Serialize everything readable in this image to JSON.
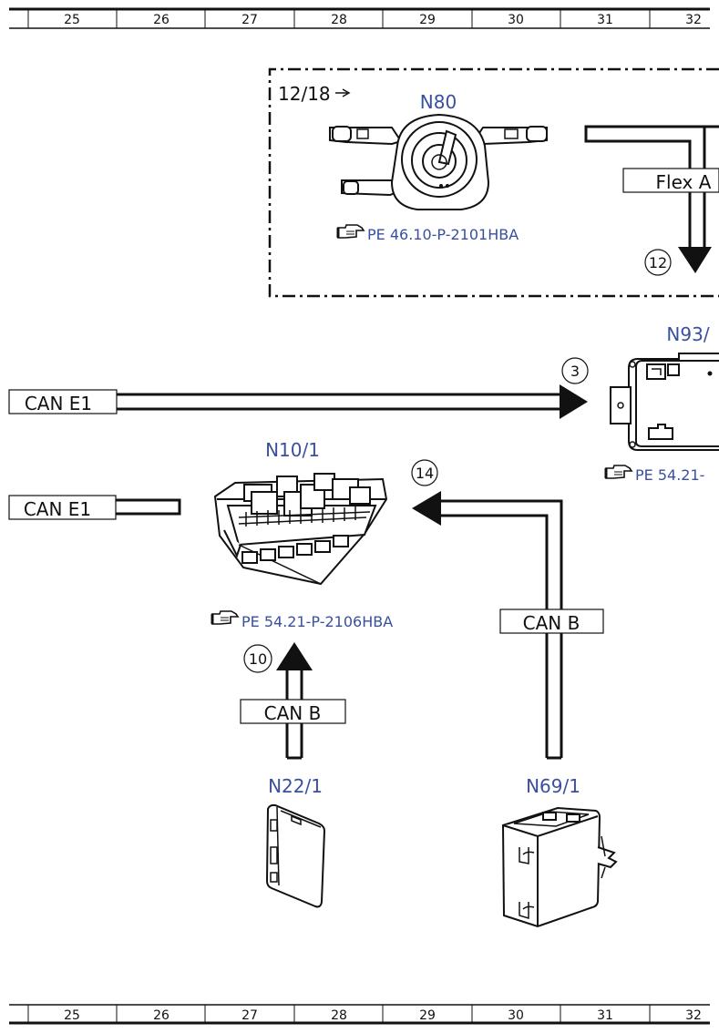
{
  "ruler": {
    "columns": [
      "25",
      "26",
      "27",
      "28",
      "29",
      "30",
      "31",
      "32"
    ]
  },
  "frame": {
    "page_ref": "12/18"
  },
  "components": {
    "n80": {
      "label": "N80",
      "reference": "PE 46.10-P-2101HBA"
    },
    "n93": {
      "label": "N93/",
      "reference": "PE 54.21-"
    },
    "n10_1": {
      "label": "N10/1",
      "reference": "PE 54.21-P-2106HBA"
    },
    "n22_1": {
      "label": "N22/1"
    },
    "n69_1": {
      "label": "N69/1"
    }
  },
  "buses": {
    "can_e1_upper": "CAN E1",
    "can_e1_lower": "CAN E1",
    "flex_a": "Flex A",
    "can_b_right": "CAN B",
    "can_b_left": "CAN B"
  },
  "markers": {
    "m12": "12",
    "m3": "3",
    "m14": "14",
    "m10": "10"
  },
  "icons": {
    "reference": "pointing-hand-icon"
  },
  "colors": {
    "label_blue": "#3a4f9e",
    "line": "#111111"
  }
}
